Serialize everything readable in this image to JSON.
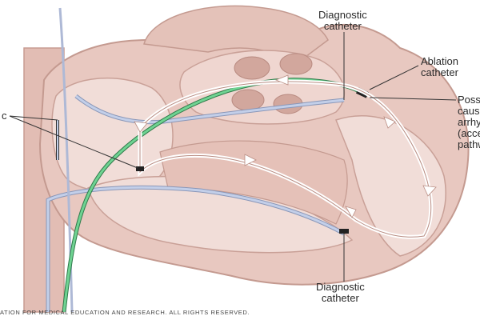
{
  "labels": {
    "diag_top_1": "Diagnostic",
    "diag_top_2": "catheter",
    "ablation_1": "Ablation",
    "ablation_2": "catheter",
    "possible_1": "Possible",
    "possible_2": "causing",
    "possible_3": "arrhythm",
    "possible_4": "(access",
    "possible_5": "pathway",
    "left_c": "c",
    "diag_bottom_1": "Diagnostic",
    "diag_bottom_2": "catheter"
  },
  "copyright": "ATION FOR MEDICAL EDUCATION AND RESEARCH. ALL RIGHTS RESERVED.",
  "colors": {
    "background": "#ffffff",
    "heart_tissue": "#e8c8c0",
    "heart_dark": "#d6aba0",
    "chamber_inner": "#f1ddd8",
    "catheter_blue": "#b9c6e3",
    "catheter_green": "#4caf70",
    "pathway_white": "#ffffff"
  }
}
